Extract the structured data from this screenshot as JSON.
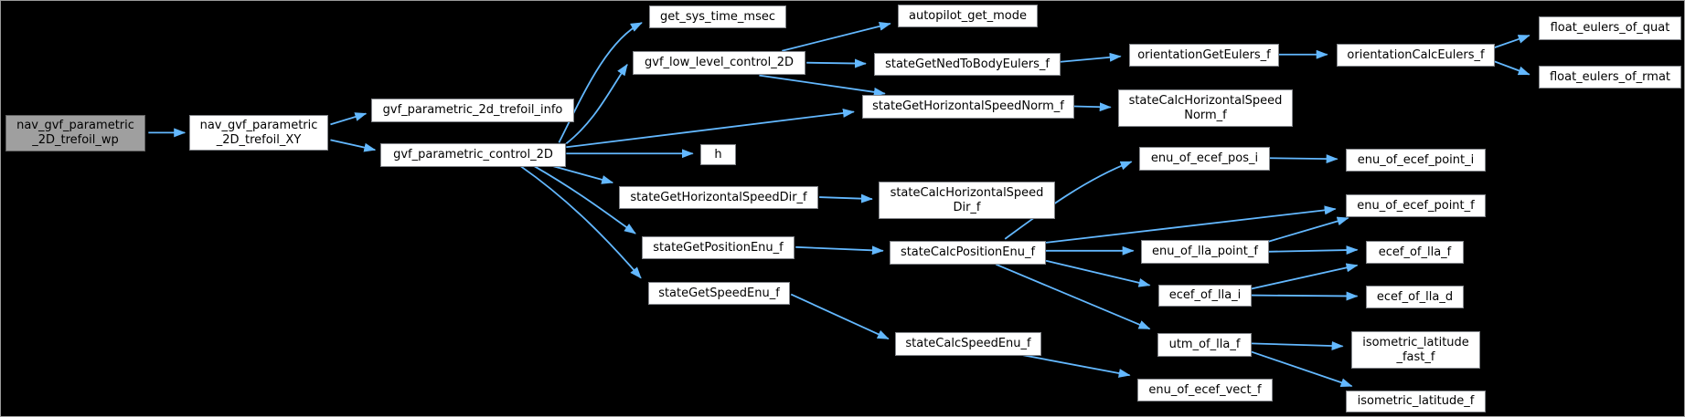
{
  "diagram": {
    "type": "doxygen-call-graph",
    "background_color": "#000000",
    "edge_color": "#63b8ff",
    "node_fill": "#ffffff",
    "node_border": "#84878c",
    "highlight_node_fill": "#9f9f9f",
    "highlight_node_border": "#636363",
    "nodes": [
      {
        "id": "nav_gvf_parametric_2D_trefoil_wp",
        "label": "nav_gvf_parametric\n_2D_trefoil_wp",
        "highlight": true
      },
      {
        "id": "nav_gvf_parametric_2D_trefoil_XY",
        "label": "nav_gvf_parametric\n_2D_trefoil_XY",
        "highlight": false
      },
      {
        "id": "gvf_parametric_2d_trefoil_info",
        "label": "gvf_parametric_2d_trefoil_info",
        "highlight": false
      },
      {
        "id": "gvf_parametric_control_2D",
        "label": "gvf_parametric_control_2D",
        "highlight": false
      },
      {
        "id": "get_sys_time_msec",
        "label": "get_sys_time_msec",
        "highlight": false
      },
      {
        "id": "gvf_low_level_control_2D",
        "label": "gvf_low_level_control_2D",
        "highlight": false
      },
      {
        "id": "autopilot_get_mode",
        "label": "autopilot_get_mode",
        "highlight": false
      },
      {
        "id": "stateGetNedToBodyEulers_f",
        "label": "stateGetNedToBodyEulers_f",
        "highlight": false
      },
      {
        "id": "stateGetHorizontalSpeedNorm_f",
        "label": "stateGetHorizontalSpeedNorm_f",
        "highlight": false
      },
      {
        "id": "h",
        "label": "h",
        "highlight": false
      },
      {
        "id": "stateGetHorizontalSpeedDir_f",
        "label": "stateGetHorizontalSpeedDir_f",
        "highlight": false
      },
      {
        "id": "stateGetPositionEnu_f",
        "label": "stateGetPositionEnu_f",
        "highlight": false
      },
      {
        "id": "stateGetSpeedEnu_f",
        "label": "stateGetSpeedEnu_f",
        "highlight": false
      },
      {
        "id": "stateCalcHorizontalSpeedNorm_f",
        "label": "stateCalcHorizontalSpeed\nNorm_f",
        "highlight": false
      },
      {
        "id": "stateCalcHorizontalSpeedDir_f",
        "label": "stateCalcHorizontalSpeed\nDir_f",
        "highlight": false
      },
      {
        "id": "stateCalcPositionEnu_f",
        "label": "stateCalcPositionEnu_f",
        "highlight": false
      },
      {
        "id": "stateCalcSpeedEnu_f",
        "label": "stateCalcSpeedEnu_f",
        "highlight": false
      },
      {
        "id": "orientationGetEulers_f",
        "label": "orientationGetEulers_f",
        "highlight": false
      },
      {
        "id": "orientationCalcEulers_f",
        "label": "orientationCalcEulers_f",
        "highlight": false
      },
      {
        "id": "float_eulers_of_quat",
        "label": "float_eulers_of_quat",
        "highlight": false
      },
      {
        "id": "float_eulers_of_rmat",
        "label": "float_eulers_of_rmat",
        "highlight": false
      },
      {
        "id": "enu_of_ecef_pos_i",
        "label": "enu_of_ecef_pos_i",
        "highlight": false
      },
      {
        "id": "enu_of_ecef_point_i",
        "label": "enu_of_ecef_point_i",
        "highlight": false
      },
      {
        "id": "enu_of_ecef_point_f",
        "label": "enu_of_ecef_point_f",
        "highlight": false
      },
      {
        "id": "enu_of_lla_point_f",
        "label": "enu_of_lla_point_f",
        "highlight": false
      },
      {
        "id": "ecef_of_lla_i",
        "label": "ecef_of_lla_i",
        "highlight": false
      },
      {
        "id": "ecef_of_lla_f",
        "label": "ecef_of_lla_f",
        "highlight": false
      },
      {
        "id": "ecef_of_lla_d",
        "label": "ecef_of_lla_d",
        "highlight": false
      },
      {
        "id": "utm_of_lla_f",
        "label": "utm_of_lla_f",
        "highlight": false
      },
      {
        "id": "enu_of_ecef_vect_f",
        "label": "enu_of_ecef_vect_f",
        "highlight": false
      },
      {
        "id": "isometric_latitude_fast_f",
        "label": "isometric_latitude\n_fast_f",
        "highlight": false
      },
      {
        "id": "isometric_latitude_f",
        "label": "isometric_latitude_f",
        "highlight": false
      }
    ],
    "edges": [
      {
        "from": "nav_gvf_parametric_2D_trefoil_wp",
        "to": "nav_gvf_parametric_2D_trefoil_XY"
      },
      {
        "from": "nav_gvf_parametric_2D_trefoil_XY",
        "to": "gvf_parametric_2d_trefoil_info"
      },
      {
        "from": "nav_gvf_parametric_2D_trefoil_XY",
        "to": "gvf_parametric_control_2D"
      },
      {
        "from": "gvf_parametric_control_2D",
        "to": "get_sys_time_msec"
      },
      {
        "from": "gvf_parametric_control_2D",
        "to": "gvf_low_level_control_2D"
      },
      {
        "from": "gvf_parametric_control_2D",
        "to": "stateGetHorizontalSpeedNorm_f"
      },
      {
        "from": "gvf_parametric_control_2D",
        "to": "h"
      },
      {
        "from": "gvf_parametric_control_2D",
        "to": "stateGetHorizontalSpeedDir_f"
      },
      {
        "from": "gvf_parametric_control_2D",
        "to": "stateGetPositionEnu_f"
      },
      {
        "from": "gvf_parametric_control_2D",
        "to": "stateGetSpeedEnu_f"
      },
      {
        "from": "gvf_low_level_control_2D",
        "to": "autopilot_get_mode"
      },
      {
        "from": "gvf_low_level_control_2D",
        "to": "stateGetNedToBodyEulers_f"
      },
      {
        "from": "gvf_low_level_control_2D",
        "to": "stateGetHorizontalSpeedNorm_f"
      },
      {
        "from": "stateGetNedToBodyEulers_f",
        "to": "orientationGetEulers_f"
      },
      {
        "from": "orientationGetEulers_f",
        "to": "orientationCalcEulers_f"
      },
      {
        "from": "orientationCalcEulers_f",
        "to": "float_eulers_of_quat"
      },
      {
        "from": "orientationCalcEulers_f",
        "to": "float_eulers_of_rmat"
      },
      {
        "from": "stateGetHorizontalSpeedNorm_f",
        "to": "stateCalcHorizontalSpeedNorm_f"
      },
      {
        "from": "stateGetHorizontalSpeedDir_f",
        "to": "stateCalcHorizontalSpeedDir_f"
      },
      {
        "from": "stateGetPositionEnu_f",
        "to": "stateCalcPositionEnu_f"
      },
      {
        "from": "stateGetSpeedEnu_f",
        "to": "stateCalcSpeedEnu_f"
      },
      {
        "from": "stateCalcPositionEnu_f",
        "to": "enu_of_ecef_pos_i"
      },
      {
        "from": "stateCalcPositionEnu_f",
        "to": "enu_of_ecef_point_f"
      },
      {
        "from": "stateCalcPositionEnu_f",
        "to": "enu_of_lla_point_f"
      },
      {
        "from": "stateCalcPositionEnu_f",
        "to": "ecef_of_lla_i"
      },
      {
        "from": "stateCalcPositionEnu_f",
        "to": "utm_of_lla_f"
      },
      {
        "from": "stateCalcSpeedEnu_f",
        "to": "enu_of_ecef_vect_f"
      },
      {
        "from": "enu_of_ecef_pos_i",
        "to": "enu_of_ecef_point_i"
      },
      {
        "from": "enu_of_lla_point_f",
        "to": "enu_of_ecef_point_f"
      },
      {
        "from": "enu_of_lla_point_f",
        "to": "ecef_of_lla_f"
      },
      {
        "from": "ecef_of_lla_i",
        "to": "ecef_of_lla_f"
      },
      {
        "from": "ecef_of_lla_i",
        "to": "ecef_of_lla_d"
      },
      {
        "from": "utm_of_lla_f",
        "to": "isometric_latitude_fast_f"
      },
      {
        "from": "utm_of_lla_f",
        "to": "isometric_latitude_f"
      }
    ]
  }
}
